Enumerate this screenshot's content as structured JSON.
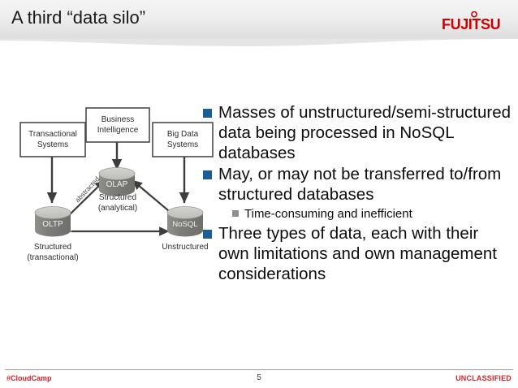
{
  "slide": {
    "title": "A third “data silo”",
    "logo_text": "FUJITSU",
    "logo_color": "#cc0000",
    "header_bg": "#e3e3e3",
    "accent_bullet_color": "#1c5d96",
    "sub_bullet_color": "#8e8e8e"
  },
  "bullets": [
    {
      "level": 1,
      "text": "Masses of unstructured/semi-structured data being processed in NoSQL databases"
    },
    {
      "level": 1,
      "text": "May, or may not be transferred to/from structured databases"
    },
    {
      "level": 2,
      "text": "Time-consuming and inefficient"
    },
    {
      "level": 1,
      "text": "Three types of data, each with their own limitations and own management considerations"
    }
  ],
  "diagram": {
    "boxes": [
      {
        "id": "business-intelligence",
        "label_line1": "Business",
        "label_line2": "Intelligence"
      },
      {
        "id": "transactional-systems",
        "label_line1": "Transactional",
        "label_line2": "Systems"
      },
      {
        "id": "big-data-systems",
        "label_line1": "Big Data",
        "label_line2": "Systems"
      }
    ],
    "cylinders": [
      {
        "id": "olap",
        "label": "OLAP"
      },
      {
        "id": "oltp",
        "label": "OLTP"
      },
      {
        "id": "nosql",
        "label": "NoSQL"
      }
    ],
    "captions": [
      {
        "id": "structured-transactional",
        "line1": "Structured",
        "line2": "(transactional)"
      },
      {
        "id": "structured-analytical",
        "line1": "Structured",
        "line2": "(analytical)"
      },
      {
        "id": "unstructured",
        "line1": "Unstructured",
        "line2": ""
      }
    ],
    "edge_labels": [
      {
        "id": "abstracted",
        "text": "abstracted"
      }
    ]
  },
  "footer": {
    "left": "#CloudCamp",
    "page_number": "5",
    "right": "UNCLASSIFIED",
    "accent_color": "#d12229"
  }
}
